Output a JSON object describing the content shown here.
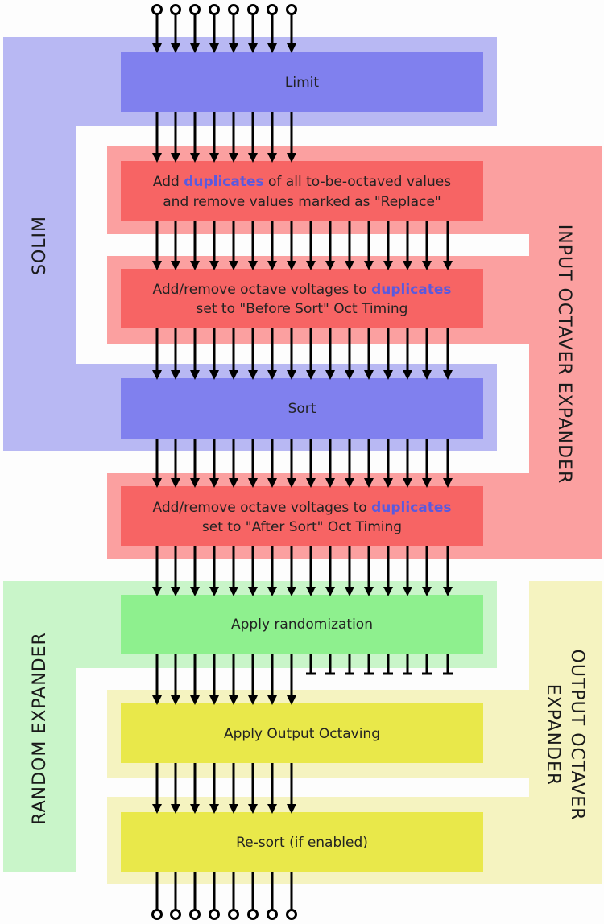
{
  "groups": {
    "solim": "SOLIM",
    "input_octaver": "INPUT OCTAVER EXPANDER",
    "random": "RANDOM EXPANDER",
    "output_octaver": [
      "OUTPUT OCTAVER",
      "EXPANDER"
    ]
  },
  "steps": {
    "limit": "Limit",
    "duplicates_1": {
      "pre": "Add ",
      "hl": "duplicates",
      "post": " of all to-be-octaved values",
      "line2": "and remove values marked as \"Replace\""
    },
    "before_sort": {
      "pre": "Add/remove octave voltages to ",
      "hl": "duplicates",
      "line2": "set to \"Before Sort\" Oct Timing"
    },
    "sort": "Sort",
    "after_sort": {
      "pre": "Add/remove octave voltages to ",
      "hl": "duplicates",
      "line2": "set to \"After Sort\" Oct Timing"
    },
    "randomization": "Apply randomization",
    "output_octaving": "Apply Output Octaving",
    "resort": "Re-sort (if enabled)"
  },
  "colors": {
    "solim_region": "#b8b8f3",
    "solim_box": "#8080ee",
    "input_region": "#fba0a0",
    "input_box": "#f76464",
    "random_region": "#c9f5c9",
    "random_box": "#8ef08e",
    "output_region": "#f5f3c0",
    "output_box": "#e9e84a",
    "highlight": "#5a5adf"
  }
}
